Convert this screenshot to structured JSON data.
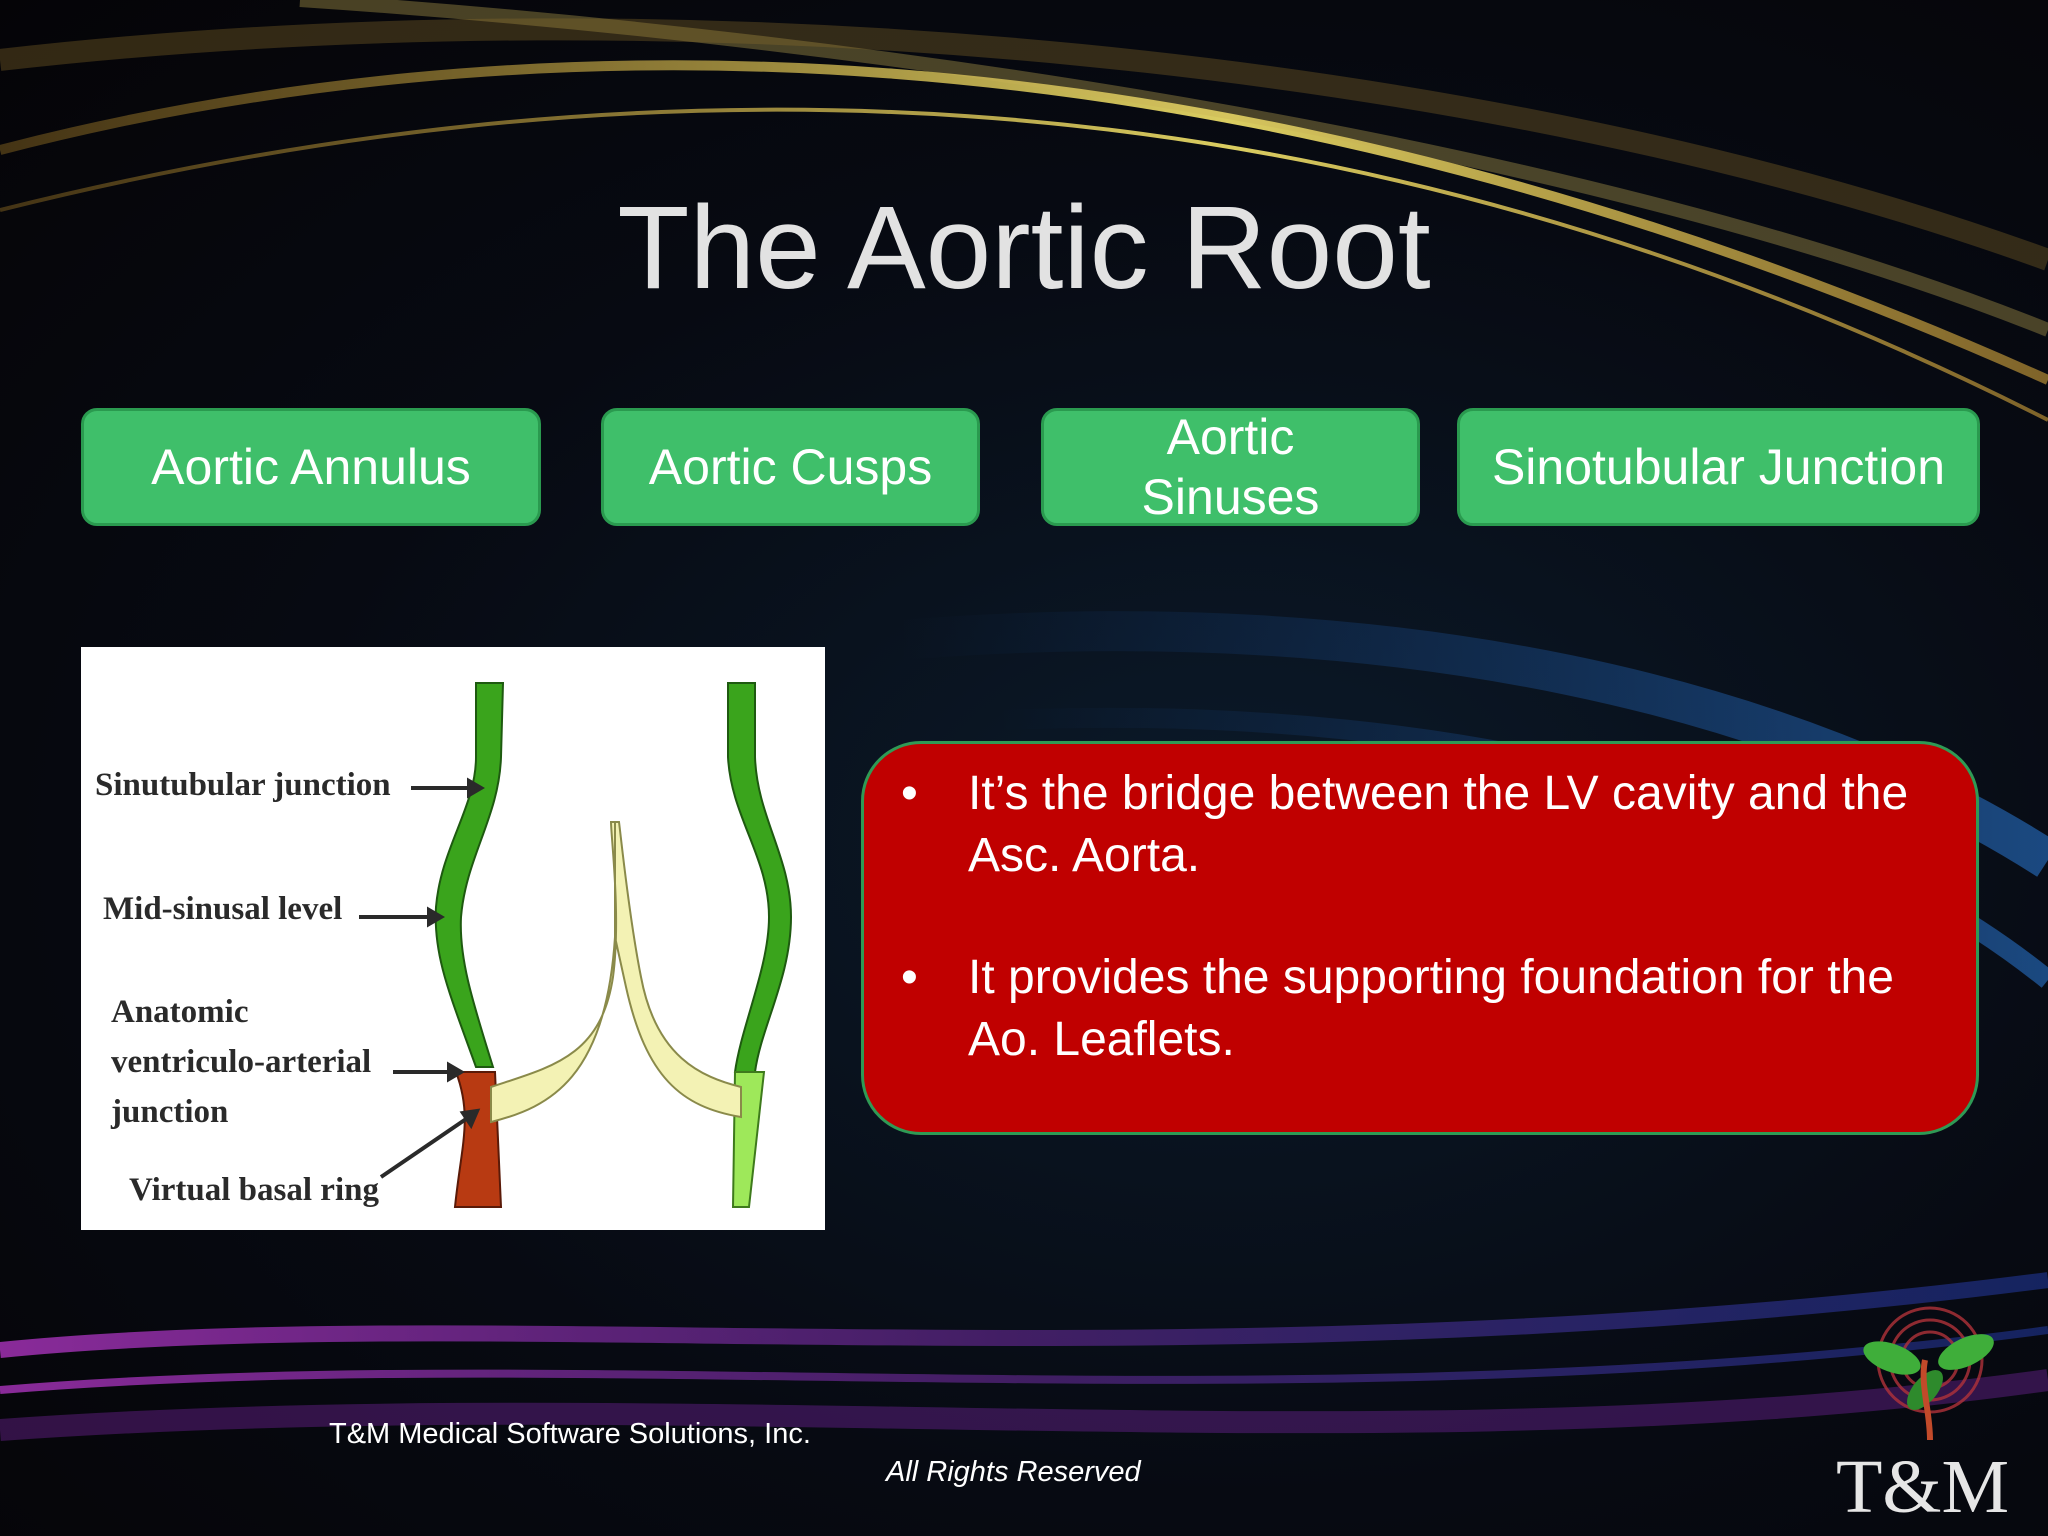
{
  "slide": {
    "title": "The Aortic Root"
  },
  "components": [
    {
      "label": "Aortic Annulus"
    },
    {
      "label": "Aortic Cusps"
    },
    {
      "label": "Aortic Sinuses"
    },
    {
      "label": "Sinotubular Junction"
    }
  ],
  "figure": {
    "labels": {
      "sinotubular": "Sinutubular junction",
      "mid_sinusal": "Mid-sinusal level",
      "vaj_line1": "Anatomic",
      "vaj_line2": "ventriculo-arterial",
      "vaj_line3": "junction",
      "basal_ring": "Virtual basal ring"
    },
    "colors": {
      "wall": "#3aa41c",
      "cusp": "#f3f2b4",
      "ventricle": "#b83a12",
      "ventricle_light": "#9ee85a"
    }
  },
  "bullets": [
    {
      "marker": "•",
      "text": "It’s the bridge between the LV cavity and the Asc. Aorta."
    },
    {
      "marker": "•",
      "text": "It provides the supporting foundation for the Ao. Leaflets."
    }
  ],
  "footer": {
    "company": "T&M Medical Software Solutions, Inc.",
    "rights": "All Rights Reserved",
    "logo_text": "T&M"
  },
  "theme": {
    "pill_green": "#3fbf6a",
    "callout_red": "#c00000",
    "title_color": "#e2e2e2"
  }
}
